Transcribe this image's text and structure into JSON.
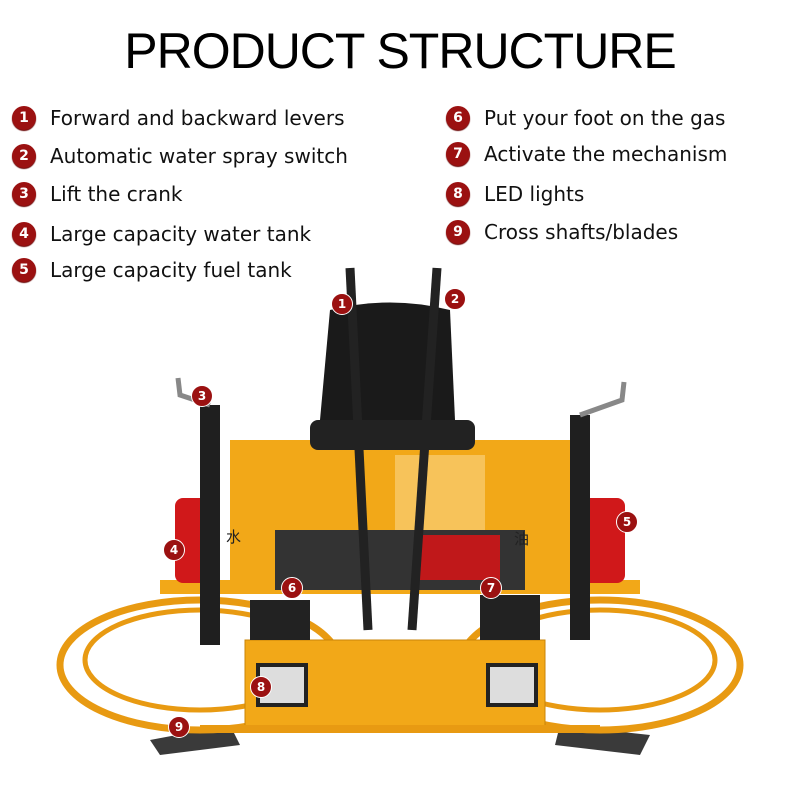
{
  "title": "PRODUCT STRUCTURE",
  "legend": [
    {
      "num": "1",
      "label": "Forward and backward levers"
    },
    {
      "num": "2",
      "label": "Automatic water spray switch"
    },
    {
      "num": "3",
      "label": "Lift the crank"
    },
    {
      "num": "4",
      "label": "Large capacity water tank"
    },
    {
      "num": "5",
      "label": "Large capacity fuel tank"
    },
    {
      "num": "6",
      "label": "Put your foot on the gas"
    },
    {
      "num": "7",
      "label": "Activate the mechanism"
    },
    {
      "num": "8",
      "label": "LED lights"
    },
    {
      "num": "9",
      "label": "Cross shafts/blades"
    }
  ],
  "machine_labels": {
    "water": "水",
    "fuel": "油"
  },
  "colors": {
    "marker": "#9b1111",
    "body": "#f2a818",
    "tank": "#d0181a"
  }
}
